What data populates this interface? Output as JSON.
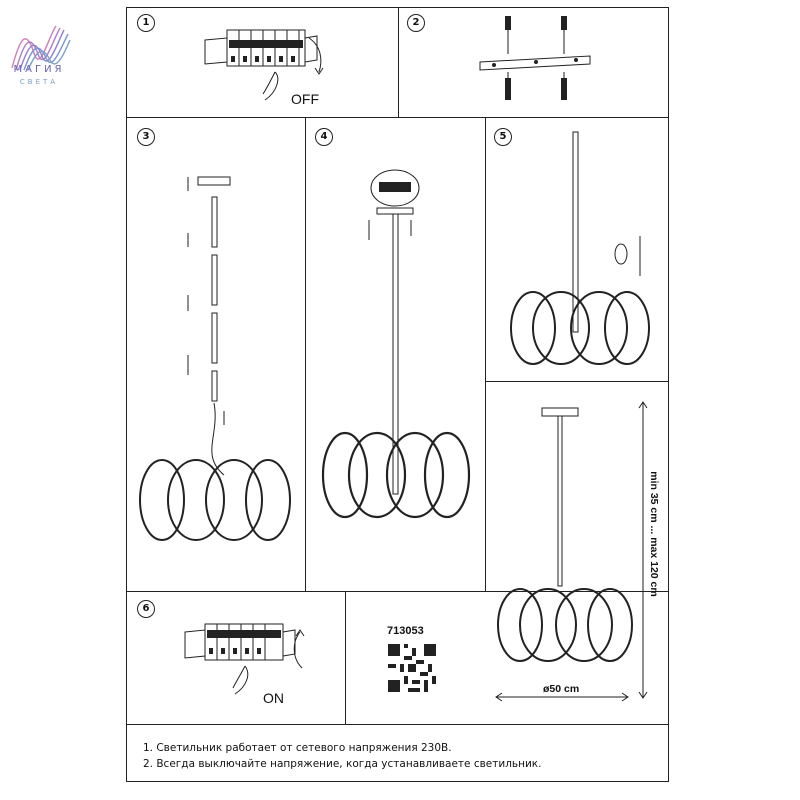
{
  "brand": {
    "name": "МАГИЯ",
    "sub": "СВЕТА"
  },
  "steps": [
    {
      "number": "1",
      "caption": "OFF"
    },
    {
      "number": "2"
    },
    {
      "number": "3"
    },
    {
      "number": "4"
    },
    {
      "number": "5"
    },
    {
      "number": "6",
      "caption": "ON"
    }
  ],
  "model": "713053",
  "dimensions": {
    "height": "min 35 cm ... max 120 cm",
    "diameter": "ø50 cm"
  },
  "notes": [
    "1. Светильник работает от сетевого напряжения 230В.",
    "2. Всегда выключайте напряжение, когда устанавливаете светильник."
  ],
  "colors": {
    "line": "#222222",
    "brand_violet": "#6a63b8",
    "brand_blue": "#7aa0c8",
    "brand_pink": "#d07bb8"
  }
}
